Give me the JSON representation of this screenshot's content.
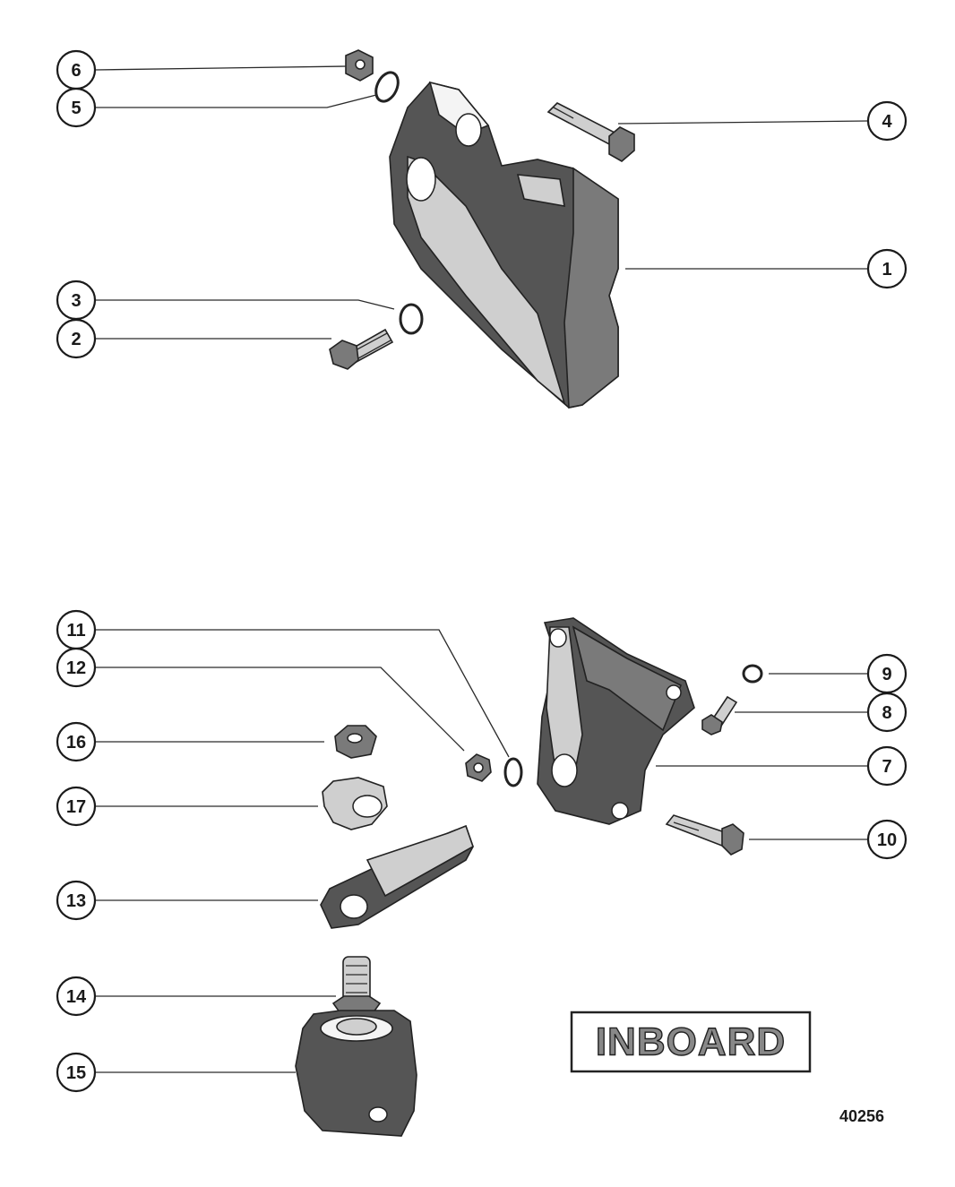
{
  "callouts": [
    {
      "id": "6",
      "label": "6"
    },
    {
      "id": "5",
      "label": "5"
    },
    {
      "id": "4",
      "label": "4"
    },
    {
      "id": "1",
      "label": "1"
    },
    {
      "id": "3",
      "label": "3"
    },
    {
      "id": "2",
      "label": "2"
    },
    {
      "id": "11",
      "label": "11"
    },
    {
      "id": "12",
      "label": "12"
    },
    {
      "id": "9",
      "label": "9"
    },
    {
      "id": "8",
      "label": "8"
    },
    {
      "id": "16",
      "label": "16"
    },
    {
      "id": "7",
      "label": "7"
    },
    {
      "id": "17",
      "label": "17"
    },
    {
      "id": "10",
      "label": "10"
    },
    {
      "id": "13",
      "label": "13"
    },
    {
      "id": "14",
      "label": "14"
    },
    {
      "id": "15",
      "label": "15"
    }
  ],
  "badge": {
    "text": "INBOARD"
  },
  "drawing_number": "40256"
}
